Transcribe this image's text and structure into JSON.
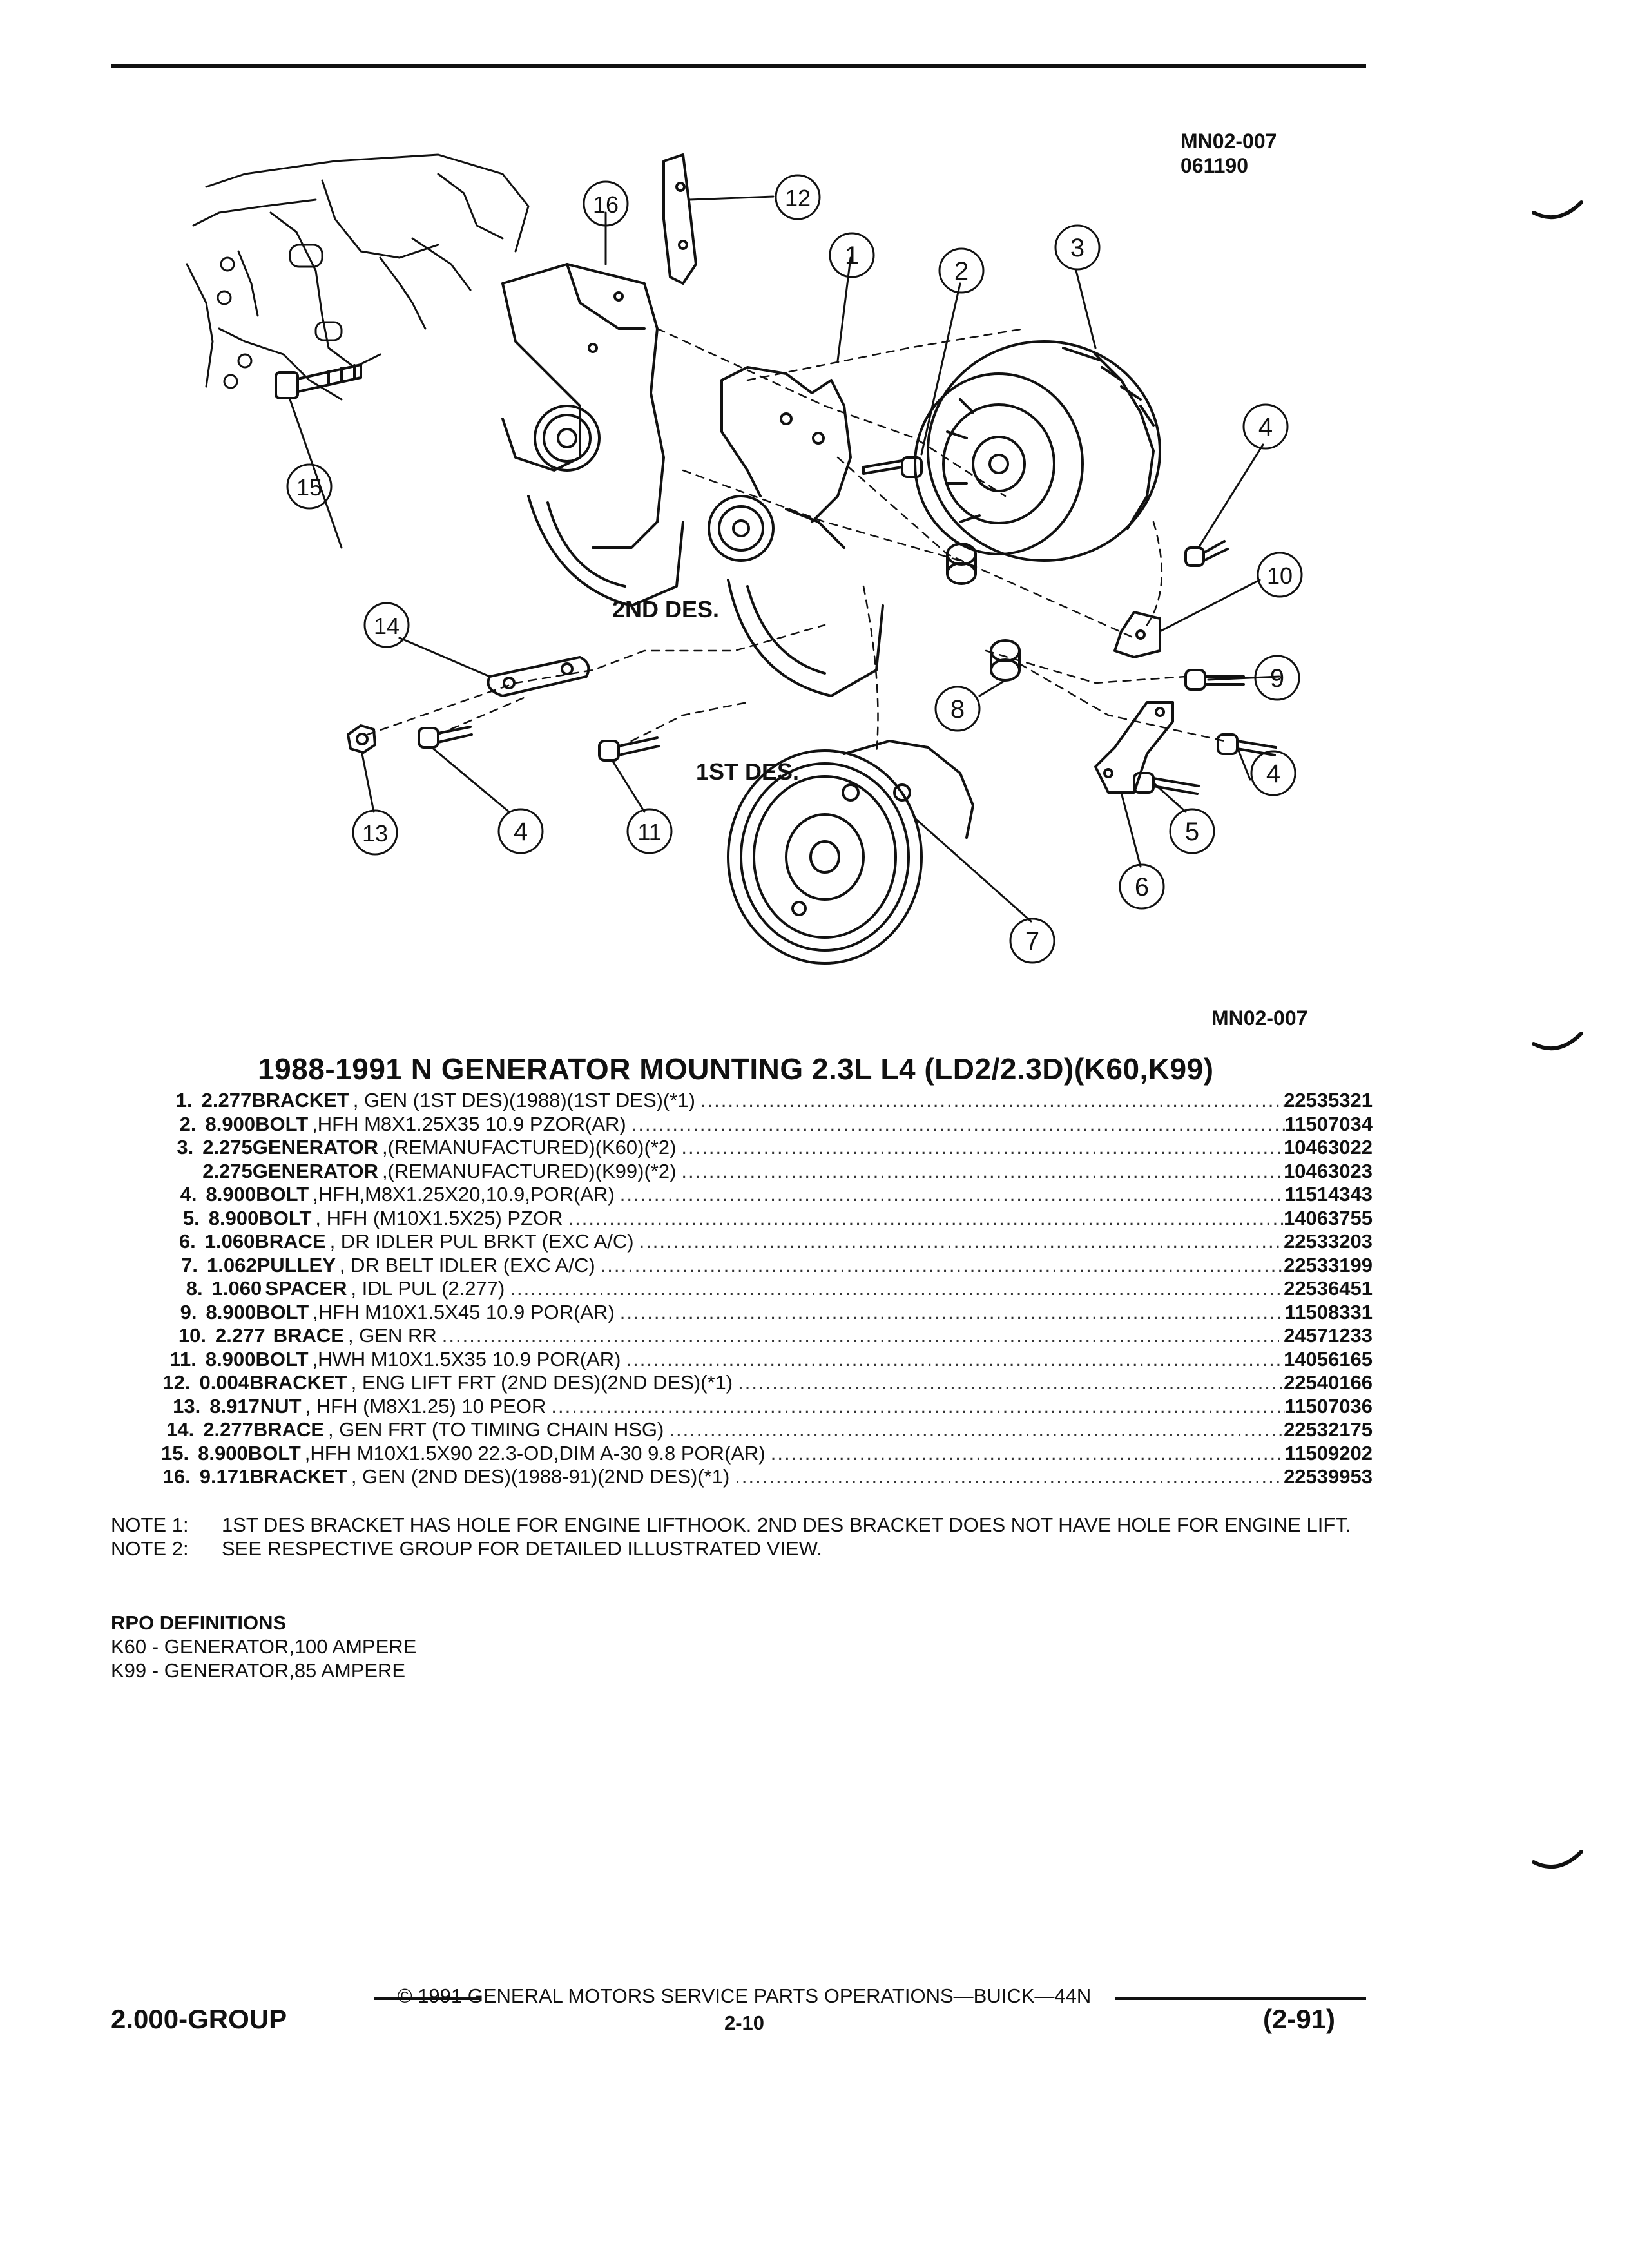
{
  "header": {
    "figure_id": "MN02-007",
    "figure_date": "061190"
  },
  "diagram": {
    "label_2nd_des": "2ND DES.",
    "label_1st_des": "1ST DES.",
    "callouts": [
      "1",
      "2",
      "3",
      "4",
      "5",
      "6",
      "7",
      "8",
      "9",
      "10",
      "11",
      "12",
      "13",
      "14",
      "15",
      "16"
    ]
  },
  "figure_ref": "MN02-007",
  "title": "1988-1991 N GENERATOR MOUNTING 2.3L L4 (LD2/2.3D)(K60,K99)",
  "parts": [
    {
      "num": "1.",
      "code": "2.277",
      "name": "BRACKET",
      "desc": ", GEN (1ST DES)(1988)(1ST DES)(*1)",
      "partno": "22535321"
    },
    {
      "num": "2.",
      "code": "8.900",
      "name": "BOLT",
      "desc": ",HFH M8X1.25X35 10.9 PZOR(AR)",
      "partno": "11507034"
    },
    {
      "num": "3.",
      "code": "2.275",
      "name": "GENERATOR",
      "desc": ",(REMANUFACTURED)(K60)(*2)",
      "partno": "10463022"
    },
    {
      "num": "",
      "code": "2.275",
      "name": "GENERATOR",
      "desc": ",(REMANUFACTURED)(K99)(*2)",
      "partno": "10463023"
    },
    {
      "num": "4.",
      "code": "8.900",
      "name": "BOLT",
      "desc": ",HFH,M8X1.25X20,10.9,POR(AR)",
      "partno": "11514343"
    },
    {
      "num": "5.",
      "code": "8.900",
      "name": "BOLT",
      "desc": ", HFH (M10X1.5X25) PZOR",
      "partno": "14063755"
    },
    {
      "num": "6.",
      "code": "1.060",
      "name": "BRACE",
      "desc": ", DR IDLER PUL BRKT (EXC A/C)",
      "partno": "22533203"
    },
    {
      "num": "7.",
      "code": "1.062",
      "name": "PULLEY",
      "desc": ", DR BELT IDLER (EXC A/C)",
      "partno": "22533199"
    },
    {
      "num": "8.",
      "code": "1.060",
      "name": "SPACER",
      "desc": ", IDL PUL (2.277)",
      "partno": "22536451"
    },
    {
      "num": "9.",
      "code": "8.900",
      "name": "BOLT",
      "desc": ",HFH M10X1.5X45 10.9 POR(AR)",
      "partno": "11508331"
    },
    {
      "num": "10.",
      "code": "2.277",
      "name": "BRACE",
      "desc": ", GEN RR",
      "partno": "24571233"
    },
    {
      "num": "11.",
      "code": "8.900",
      "name": "BOLT",
      "desc": ",HWH M10X1.5X35 10.9 POR(AR)",
      "partno": "14056165"
    },
    {
      "num": "12.",
      "code": "0.004",
      "name": "BRACKET",
      "desc": ", ENG LIFT FRT (2ND DES)(2ND DES)(*1)",
      "partno": "22540166"
    },
    {
      "num": "13.",
      "code": "8.917",
      "name": "NUT",
      "desc": ", HFH (M8X1.25) 10 PEOR",
      "partno": "11507036"
    },
    {
      "num": "14.",
      "code": "2.277",
      "name": "BRACE",
      "desc": ", GEN FRT (TO TIMING CHAIN HSG)",
      "partno": "22532175"
    },
    {
      "num": "15.",
      "code": "8.900",
      "name": "BOLT",
      "desc": ",HFH M10X1.5X90 22.3-OD,DIM A-30 9.8 POR(AR)",
      "partno": "11509202"
    },
    {
      "num": "16.",
      "code": "9.171",
      "name": "BRACKET",
      "desc": ", GEN (2ND DES)(1988-91)(2ND DES)(*1)",
      "partno": "22539953"
    }
  ],
  "notes": [
    {
      "label": "NOTE  1:",
      "text": "1ST DES BRACKET HAS HOLE FOR ENGINE LIFTHOOK. 2ND DES BRACKET DOES NOT HAVE HOLE FOR ENGINE LIFT."
    },
    {
      "label": "NOTE  2:",
      "text": "SEE RESPECTIVE GROUP FOR DETAILED ILLUSTRATED VIEW."
    }
  ],
  "rpo": {
    "title": "RPO DEFINITIONS",
    "items": [
      "K60 - GENERATOR,100 AMPERE",
      "K99 - GENERATOR,85 AMPERE"
    ]
  },
  "footer": {
    "copyright": "© 1991  GENERAL MOTORS SERVICE PARTS OPERATIONS—BUICK—44N",
    "page": "2-10",
    "group": "2.000-GROUP",
    "revision": "(2-91)"
  }
}
